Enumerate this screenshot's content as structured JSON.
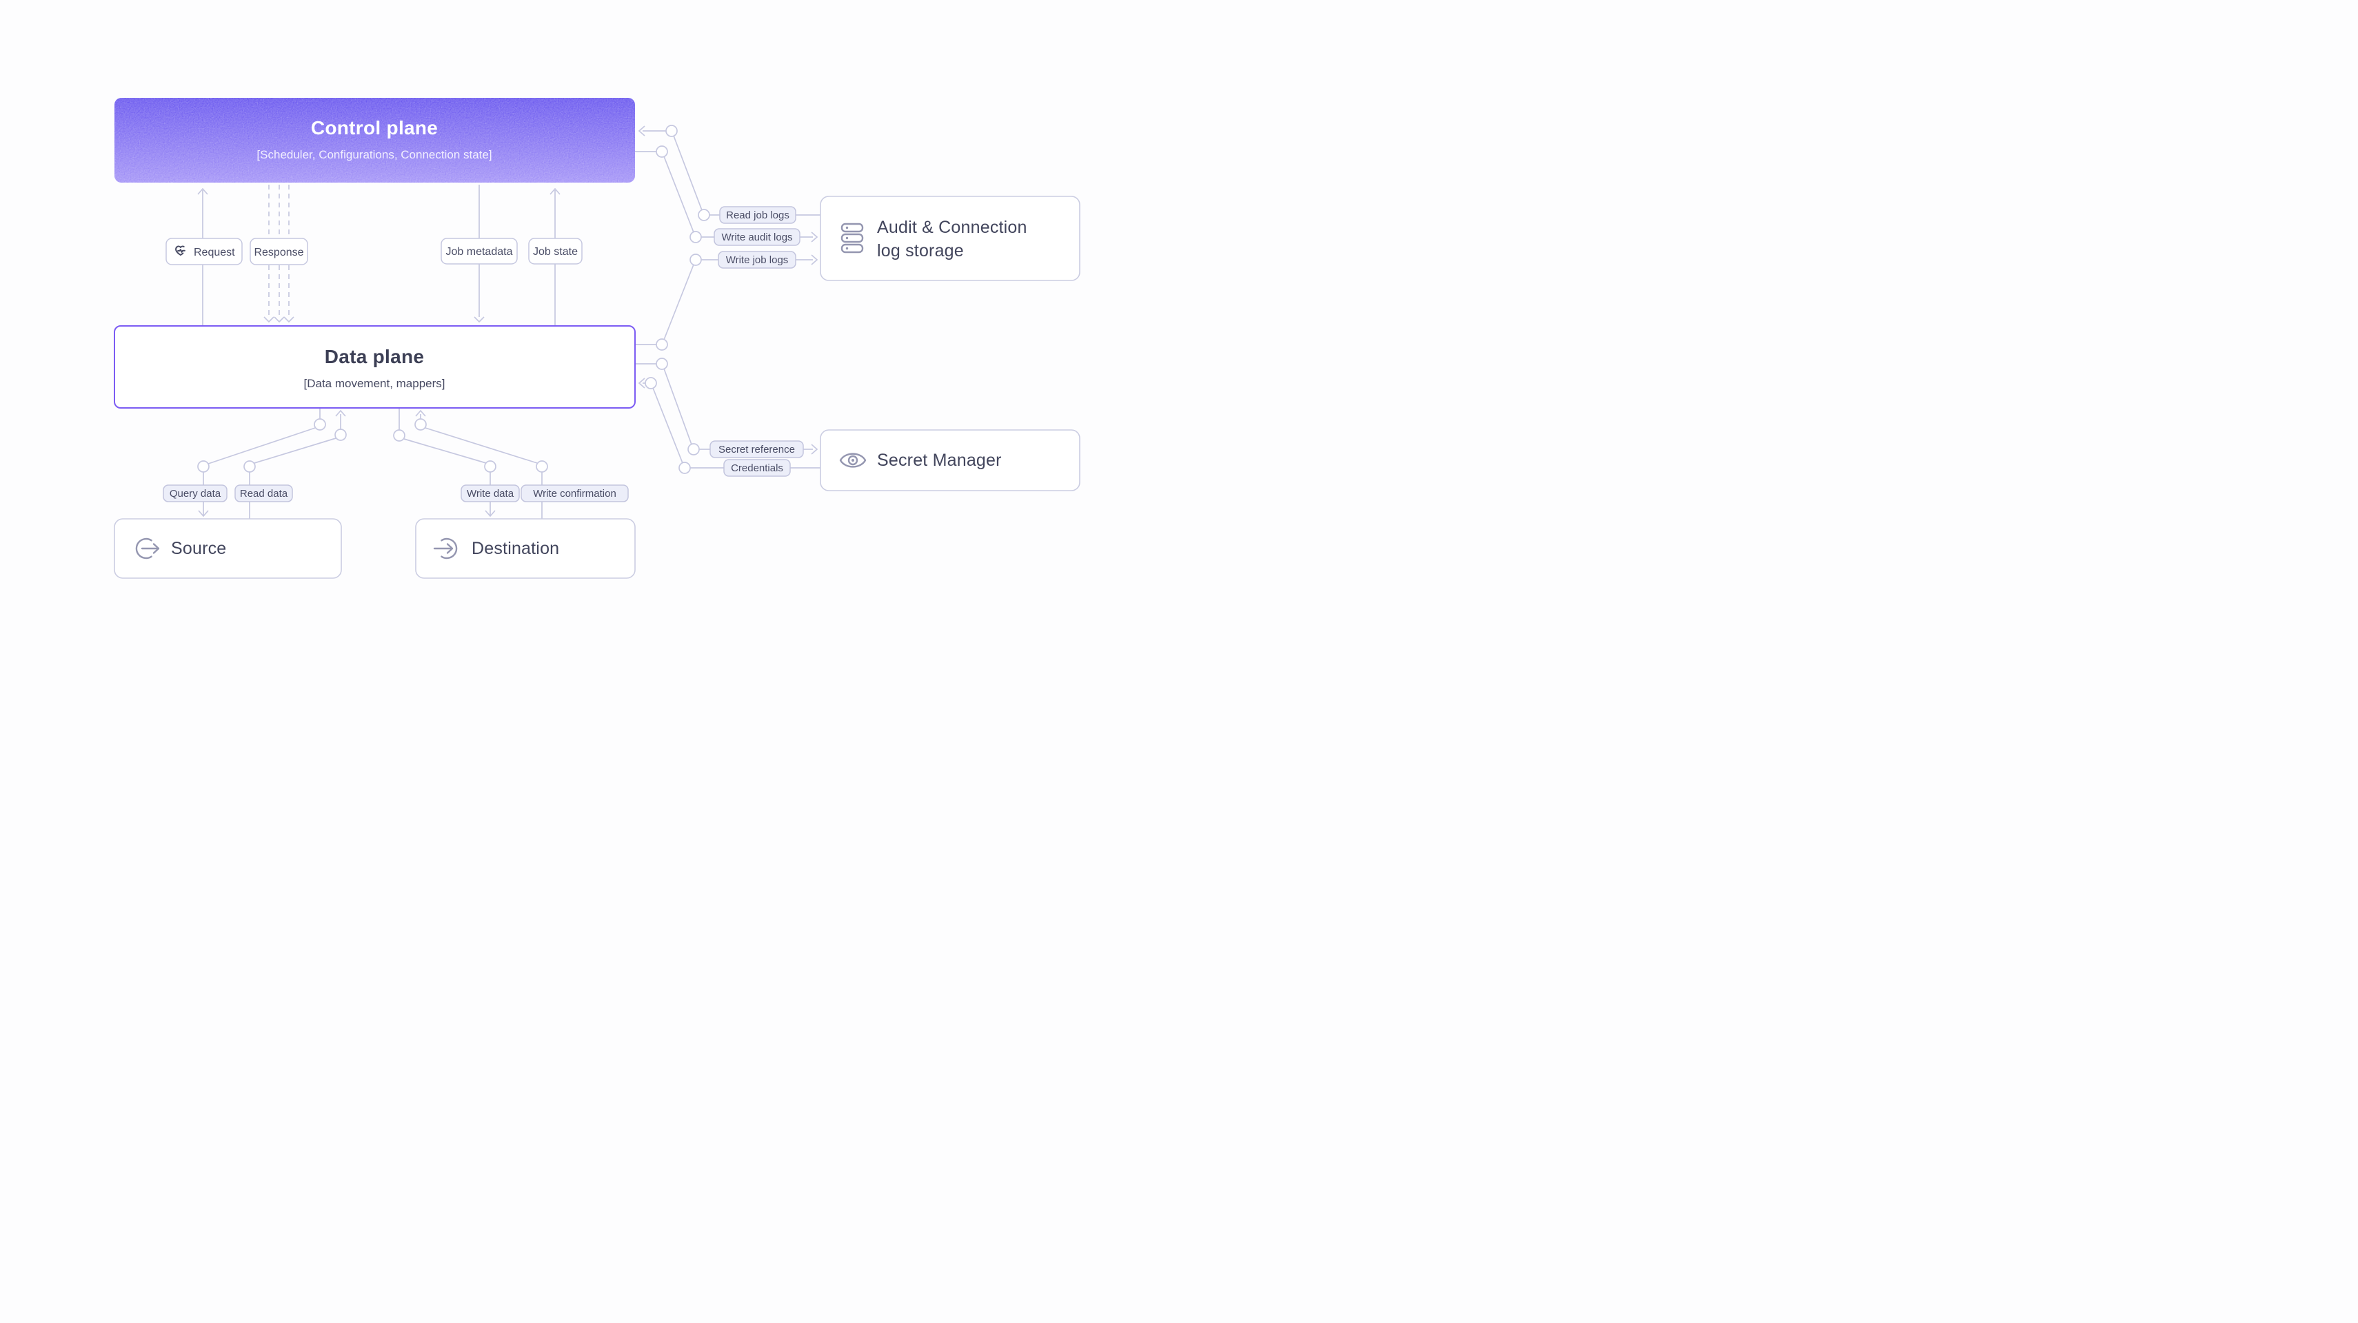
{
  "diagram": {
    "control_plane": {
      "title": "Control plane",
      "subtitle": "[Scheduler, Configurations, Connection state]"
    },
    "data_plane": {
      "title": "Data plane",
      "subtitle": "[Data movement, mappers]"
    },
    "audit_box": {
      "title_line1": "Audit & Connection",
      "title_line2": "log storage",
      "icon": "database-stack-icon"
    },
    "secret_box": {
      "title": "Secret Manager",
      "icon": "eye-icon"
    },
    "source_box": {
      "title": "Source",
      "icon": "arrow-out-of-circle-icon"
    },
    "destination_box": {
      "title": "Destination",
      "icon": "arrow-into-circle-icon"
    },
    "edge_labels": {
      "request": "Request",
      "response": "Response",
      "job_metadata": "Job metadata",
      "job_state": "Job state",
      "read_job_logs": "Read job logs",
      "write_audit_logs": "Write audit logs",
      "write_job_logs": "Write job logs",
      "secret_reference": "Secret reference",
      "credentials": "Credentials",
      "query_data": "Query data",
      "read_data": "Read data",
      "write_data": "Write data",
      "write_confirmation": "Write confirmation"
    },
    "colors": {
      "gradient_top": "#6957ef",
      "gradient_bottom": "#a494f7",
      "data_plane_border": "#7c5cf3",
      "connector": "#c6c8e0",
      "label_fill": "#eceef9",
      "text_dark": "#474a62"
    }
  }
}
